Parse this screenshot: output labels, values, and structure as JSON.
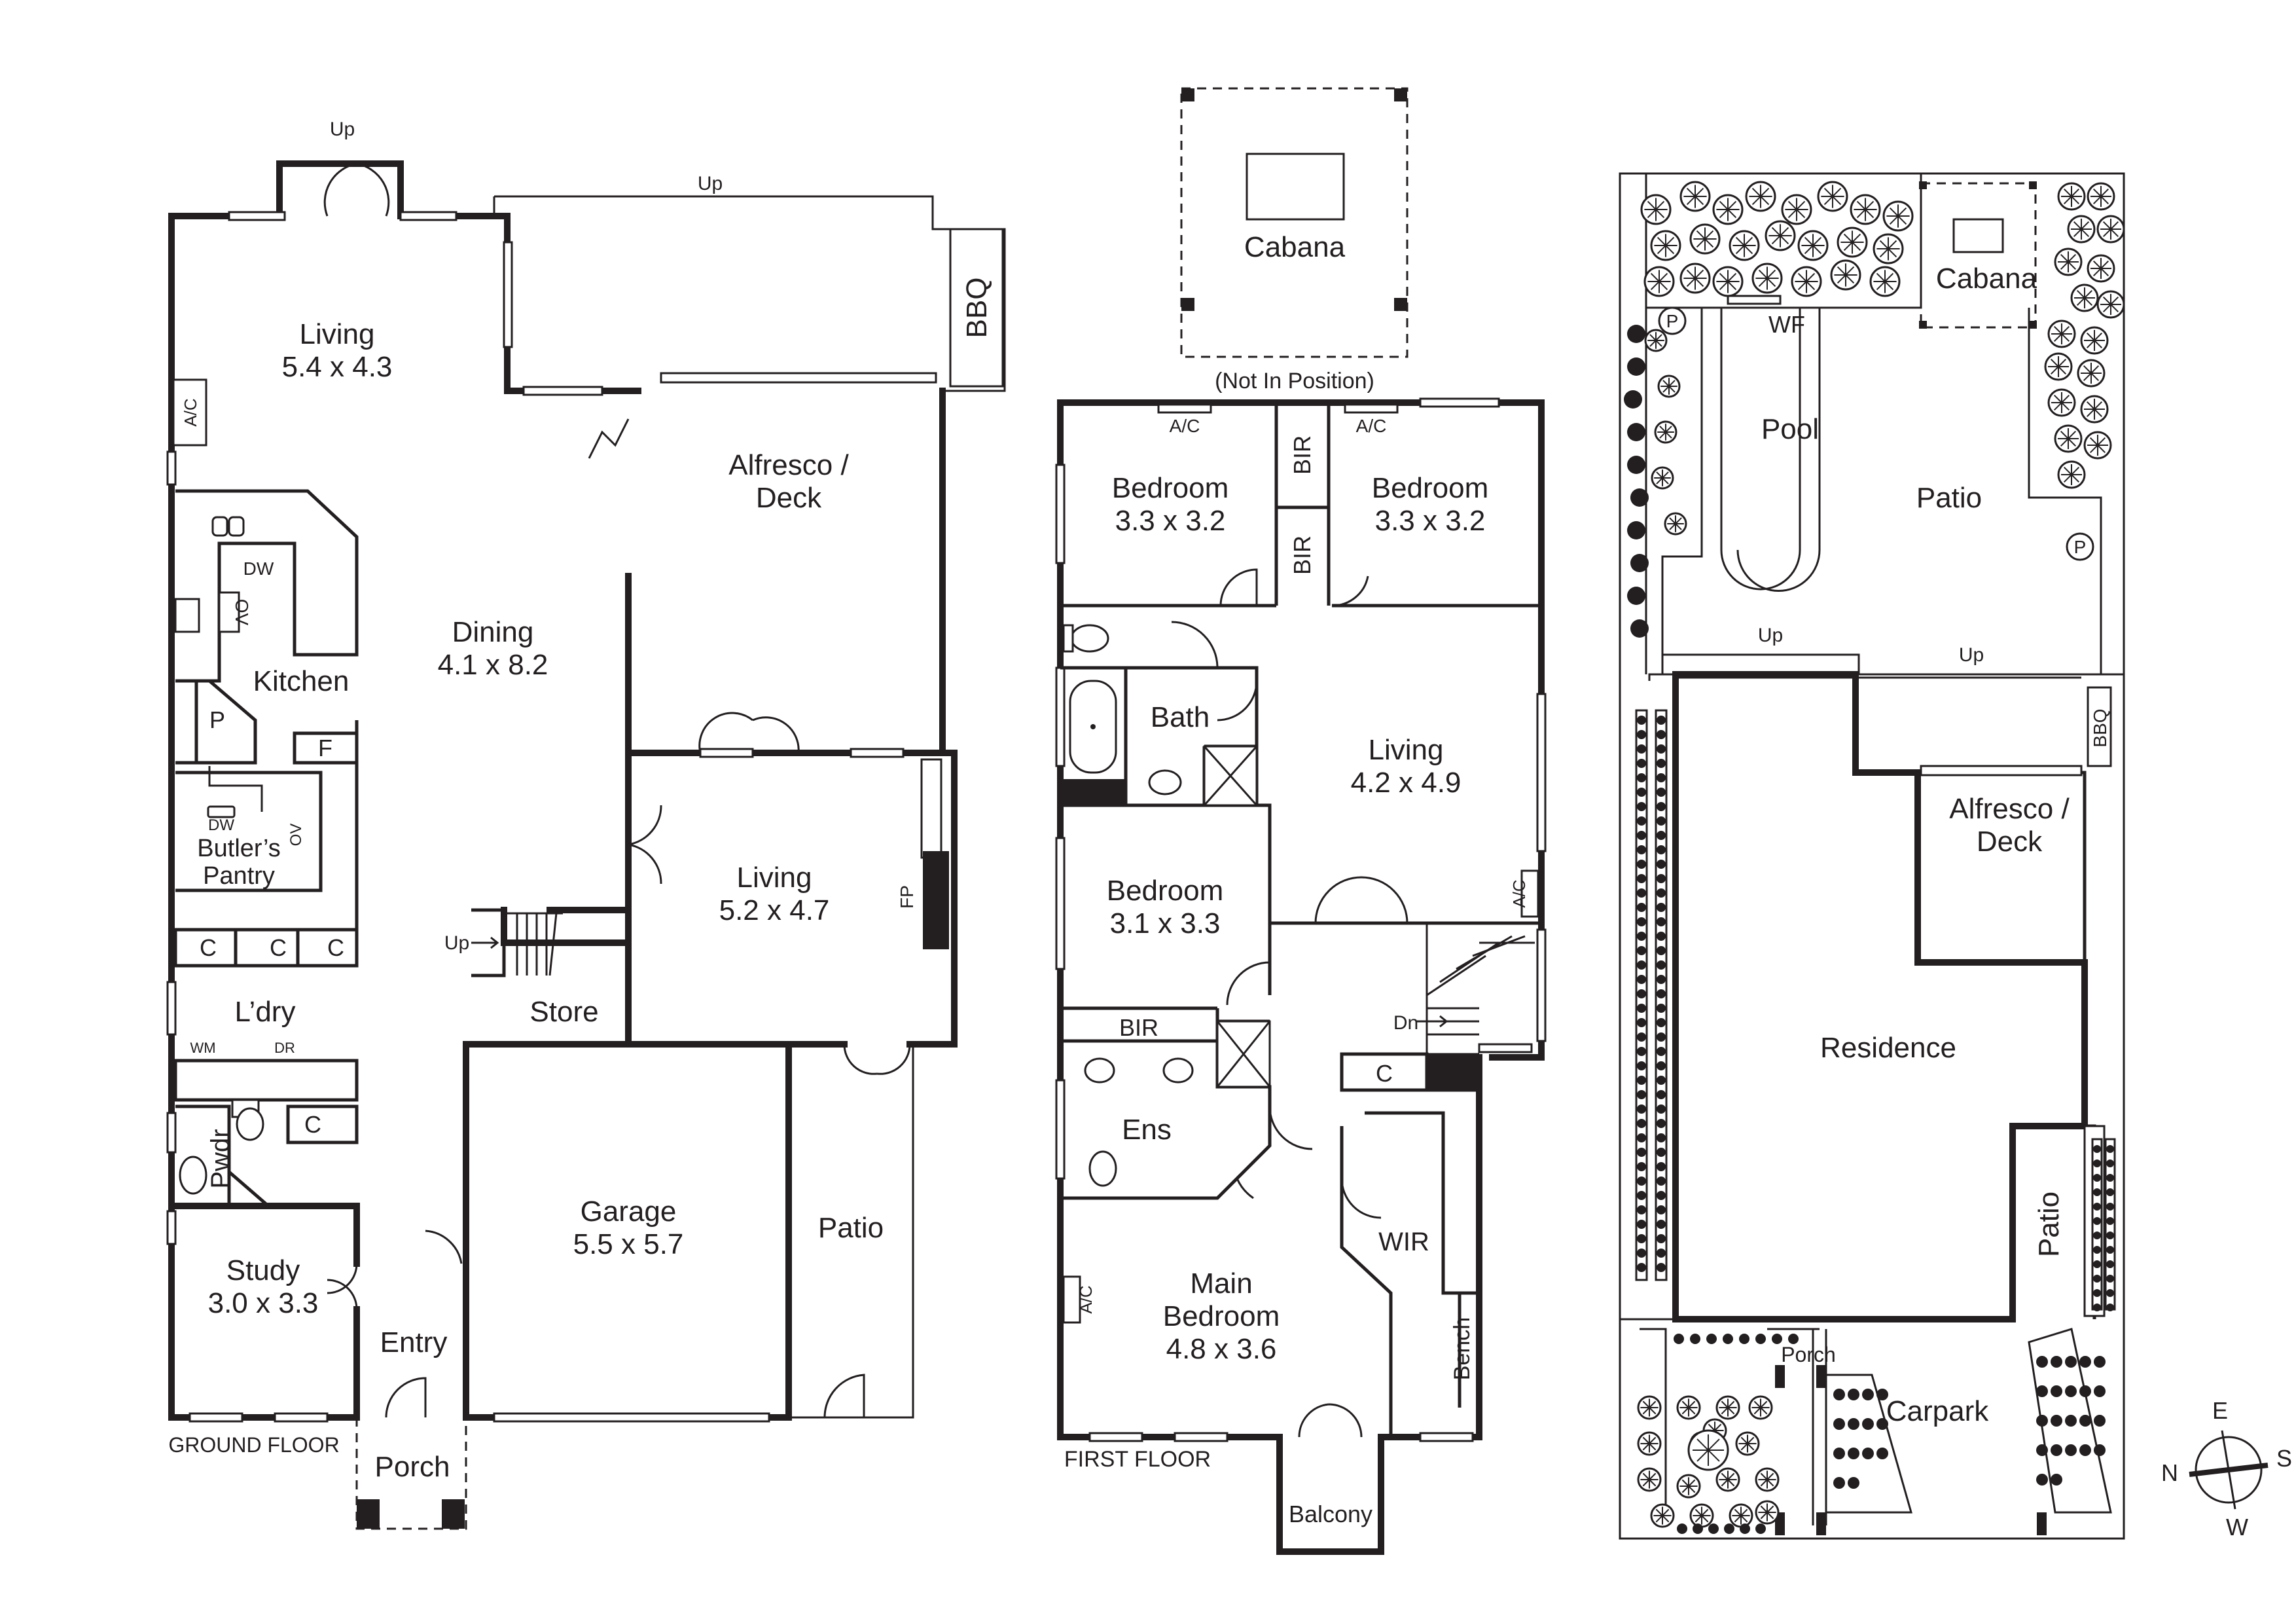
{
  "ground_floor": {
    "caption": "GROUND FLOOR",
    "rooms": {
      "living_top": {
        "name": "Living",
        "dims": "5.4 x 4.3"
      },
      "alfresco": {
        "line1": "Alfresco /",
        "line2": "Deck"
      },
      "dining": {
        "name": "Dining",
        "dims": "4.1 x 8.2"
      },
      "kitchen": {
        "name": "Kitchen"
      },
      "butlers": {
        "line1": "Butler’s",
        "line2": "Pantry"
      },
      "living_mid": {
        "name": "Living",
        "dims": "5.2 x 4.7"
      },
      "laundry": {
        "name": "L’dry"
      },
      "store": {
        "name": "Store"
      },
      "powder": {
        "name": "Pwdr"
      },
      "garage": {
        "name": "Garage",
        "dims": "5.5 x 5.7"
      },
      "study": {
        "name": "Study",
        "dims": "3.0 x 3.3"
      },
      "entry": {
        "name": "Entry"
      },
      "patio": {
        "name": "Patio"
      },
      "porch": {
        "name": "Porch"
      }
    },
    "fixtures": {
      "bbq": "BBQ",
      "ac": "A/C",
      "dw": "DW",
      "ov": "OV",
      "p": "P",
      "f": "F",
      "dw2": "DW",
      "ov2": "OV",
      "c": "C",
      "wm": "WM",
      "dr": "DR",
      "fp": "FP"
    },
    "up": "Up"
  },
  "first_floor": {
    "caption": "FIRST FLOOR",
    "cabana": {
      "name": "Cabana",
      "note": "(Not In Position)"
    },
    "rooms": {
      "bed1": {
        "name": "Bedroom",
        "dims": "3.3 x 3.2"
      },
      "bed2": {
        "name": "Bedroom",
        "dims": "3.3 x 3.2"
      },
      "bath": {
        "name": "Bath"
      },
      "living": {
        "name": "Living",
        "dims": "4.2 x 4.9"
      },
      "bed3": {
        "name": "Bedroom",
        "dims": "3.1 x 3.3"
      },
      "ens": {
        "name": "Ens"
      },
      "main": {
        "line1": "Main",
        "line2": "Bedroom",
        "dims": "4.8 x 3.6"
      },
      "wir": {
        "name": "WIR"
      },
      "balcony": {
        "name": "Balcony"
      }
    },
    "fixtures": {
      "ac": "A/C",
      "bir": "BIR",
      "c": "C",
      "bench": "Bench"
    },
    "dn": "Dn"
  },
  "site_plan": {
    "labels": {
      "cabana": "Cabana",
      "wf": "WF",
      "pool": "Pool",
      "patio_top": "Patio",
      "p": "P",
      "up": "Up",
      "alfresco_1": "Alfresco /",
      "alfresco_2": "Deck",
      "bbq": "BBQ",
      "residence": "Residence",
      "patio_side": "Patio",
      "porch": "Porch",
      "carpark": "Carpark"
    }
  },
  "compass": {
    "n": "N",
    "e": "E",
    "s": "S",
    "w": "W"
  }
}
